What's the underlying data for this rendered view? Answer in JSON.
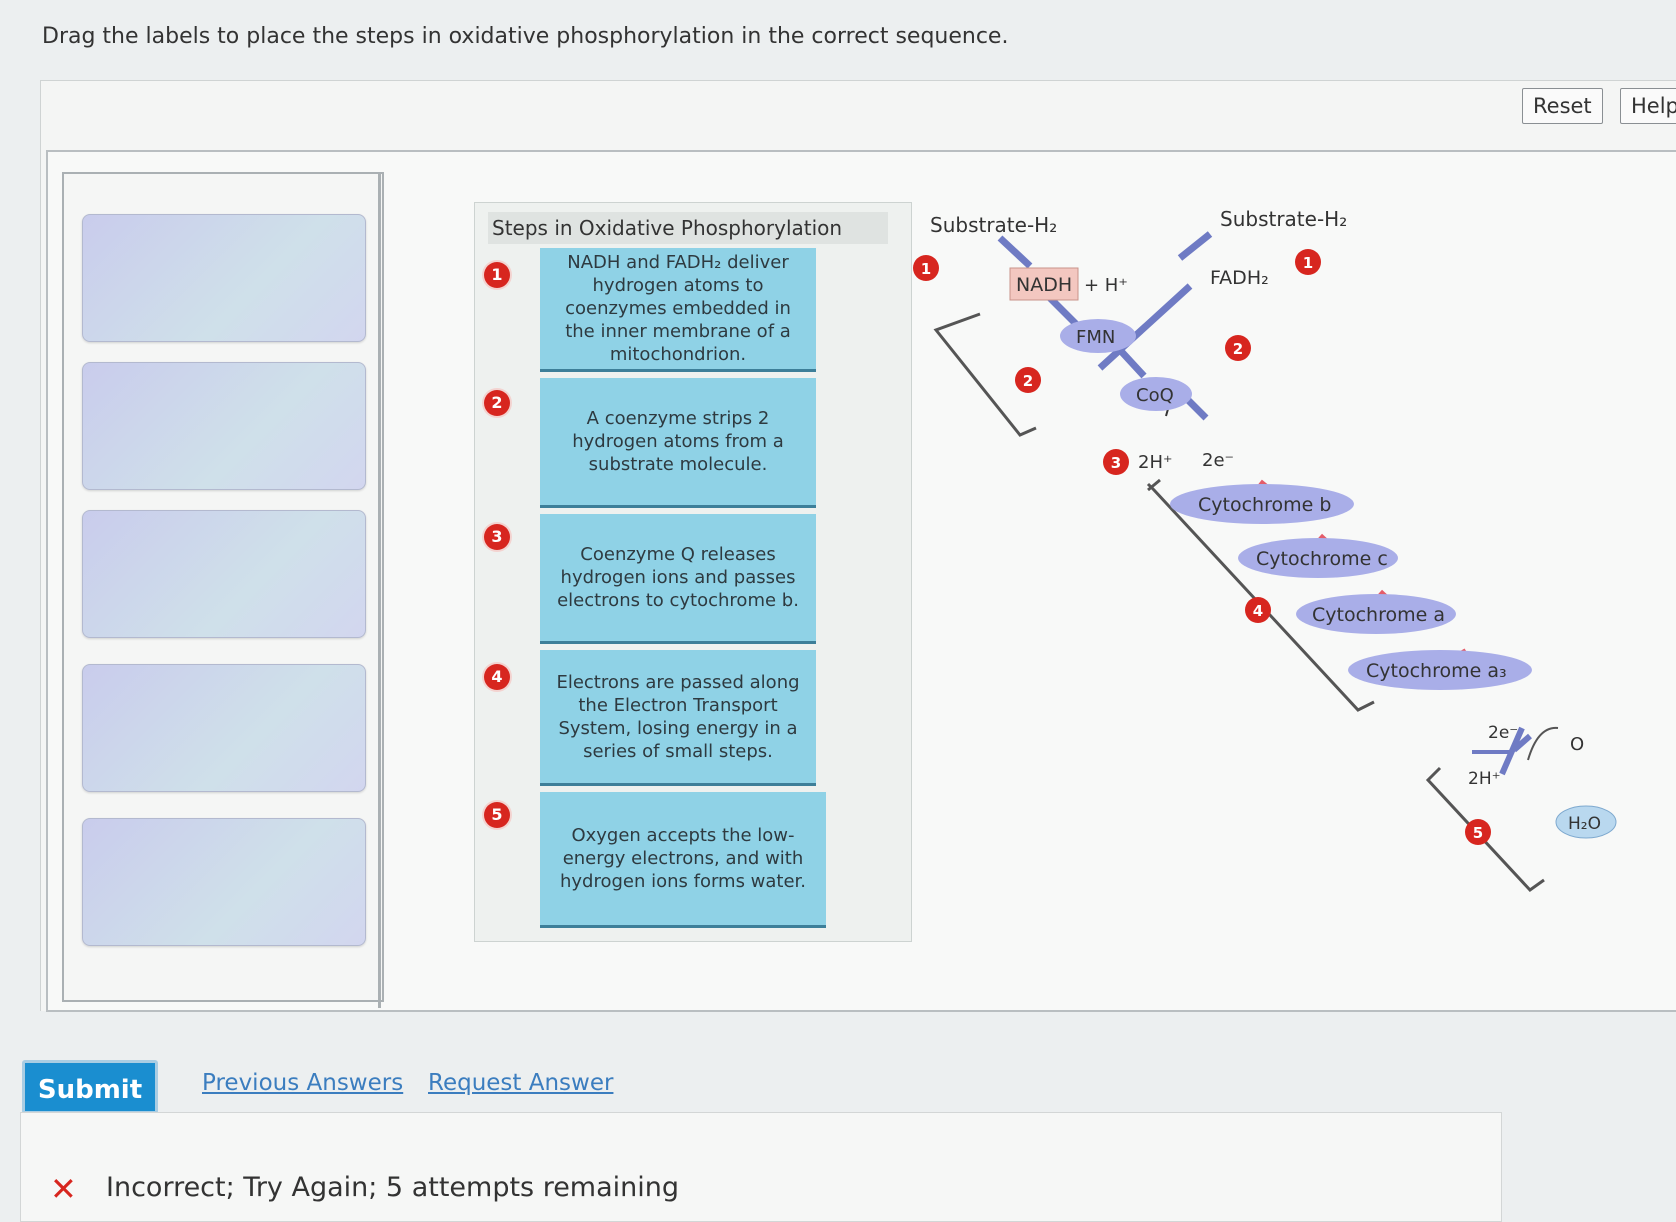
{
  "instruction": "Drag the labels to place the steps in oxidative phosphorylation in the correct sequence.",
  "toolbar": {
    "reset_label": "Reset",
    "help_label": "Help"
  },
  "steps_title": "Steps in Oxidative Phosphorylation",
  "steps": [
    {
      "num": "1",
      "text": "NADH and FADH₂ deliver hydrogen atoms to coenzymes embedded in the inner membrane of a mitochondrion."
    },
    {
      "num": "2",
      "text": "A coenzyme strips 2 hydrogen atoms from a substrate molecule."
    },
    {
      "num": "3",
      "text": "Coenzyme Q releases hydrogen ions and passes electrons to cytochrome b."
    },
    {
      "num": "4",
      "text": "Electrons are passed along the Electron Transport System, losing energy in a series of small steps."
    },
    {
      "num": "5",
      "text": "Oxygen accepts the low-energy electrons, and with hydrogen ions forms water."
    }
  ],
  "diagram": {
    "substrate_left": "Substrate-H₂",
    "substrate_right": "Substrate-H₂",
    "nadh": "NADH",
    "h_plus": "+ H⁺",
    "fadh2": "FADH₂",
    "fmn": "FMN",
    "coq": "CoQ",
    "two_h_plus": "2H⁺",
    "two_e": "2e⁻",
    "cyt_b": "Cytochrome b",
    "cyt_c": "Cytochrome c",
    "cyt_a": "Cytochrome a",
    "cyt_a3": "Cytochrome a₃",
    "two_e_bottom": "2e⁻",
    "two_h_plus_bottom": "2H⁺",
    "oxygen": "O",
    "water": "H₂O",
    "markers": [
      "1",
      "1",
      "2",
      "2",
      "3",
      "4",
      "5"
    ]
  },
  "submit_label": "Submit",
  "previous_answers_label": "Previous Answers",
  "request_answer_label": "Request Answer",
  "feedback_text": "Incorrect; Try Again; 5 attempts remaining",
  "colors": {
    "accent": "#1a8ed0",
    "error": "#d7261f",
    "step_fill": "#8fd2e6",
    "cytochrome_fill": "#a9aee8"
  }
}
